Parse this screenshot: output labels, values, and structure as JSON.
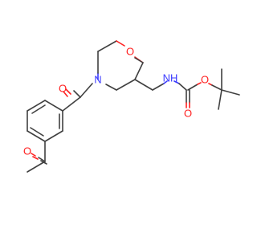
{
  "molecule": {
    "atoms": {
      "ring_oxygen": "O",
      "ring_nitrogen": "N",
      "amide_carbonyl_oxygen": "O",
      "ketone_oxygen": "O",
      "carbamate_nitrogen": "NH",
      "carbamate_ester_oxygen": "O",
      "carbamate_carbonyl_oxygen": "O"
    },
    "colors": {
      "bond": "#404040",
      "oxygen": "#ff2020",
      "nitrogen": "#3a3aff",
      "background": "#ffffff"
    }
  }
}
